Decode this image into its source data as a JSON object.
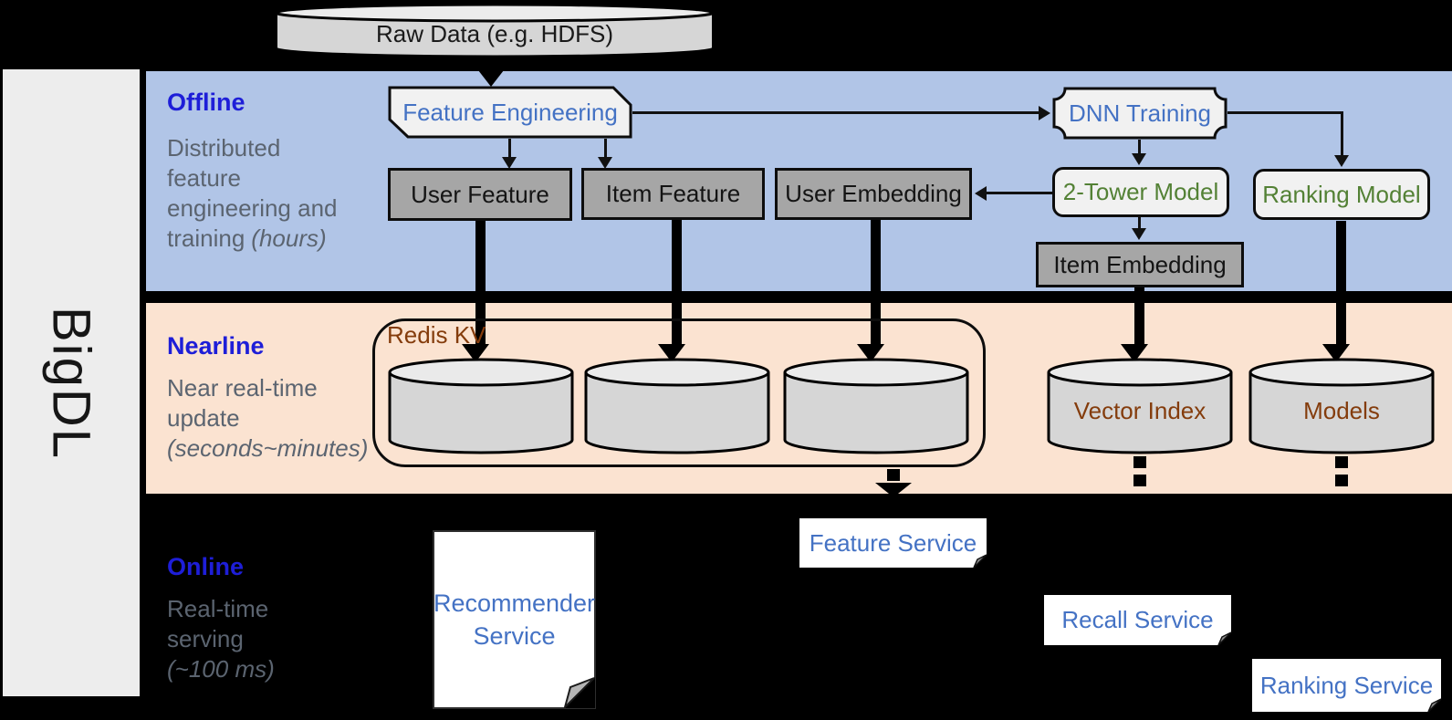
{
  "brand": {
    "name": "BigDL"
  },
  "raw_data": {
    "label": "Raw Data (e.g. HDFS)"
  },
  "sections": {
    "offline": {
      "title": "Offline",
      "desc_line1": "Distributed",
      "desc_line2": "feature",
      "desc_line3": "engineering and",
      "desc_line4": "training",
      "desc_note": "(hours)"
    },
    "nearline": {
      "title": "Nearline",
      "desc_line1": "Near real-time",
      "desc_line2": "update",
      "desc_note": "(seconds~minutes)"
    },
    "online": {
      "title": "Online",
      "desc_line1": "Real-time",
      "desc_line2": "serving",
      "desc_note": "(~100 ms)"
    }
  },
  "nodes": {
    "feature_engineering": "Feature Engineering",
    "user_feature": "User Feature",
    "item_feature": "Item Feature",
    "user_embedding": "User Embedding",
    "dnn_training": "DNN Training",
    "two_tower_model": "2-Tower Model",
    "ranking_model": "Ranking Model",
    "item_embedding": "Item Embedding",
    "redis_kv": "Redis KV",
    "vector_index": "Vector Index",
    "models": "Models",
    "recommender_line1": "Recommender",
    "recommender_line2": "Service",
    "feature_service": "Feature Service",
    "recall_service": "Recall Service",
    "ranking_service": "Ranking Service"
  },
  "colors": {
    "background": "#000000",
    "offline_band": "#b1c5e7",
    "nearline_band": "#fbe3d1",
    "sidebar": "#ededed",
    "section_title_blue": "#1e1ed8",
    "description_gray": "#5b6470",
    "node_text_blue": "#4472c4",
    "model_text_green": "#538135",
    "storage_text_brown": "#843c0c",
    "gray_box_fill": "#a6a6a6",
    "light_box_fill": "#f1f1f1"
  }
}
